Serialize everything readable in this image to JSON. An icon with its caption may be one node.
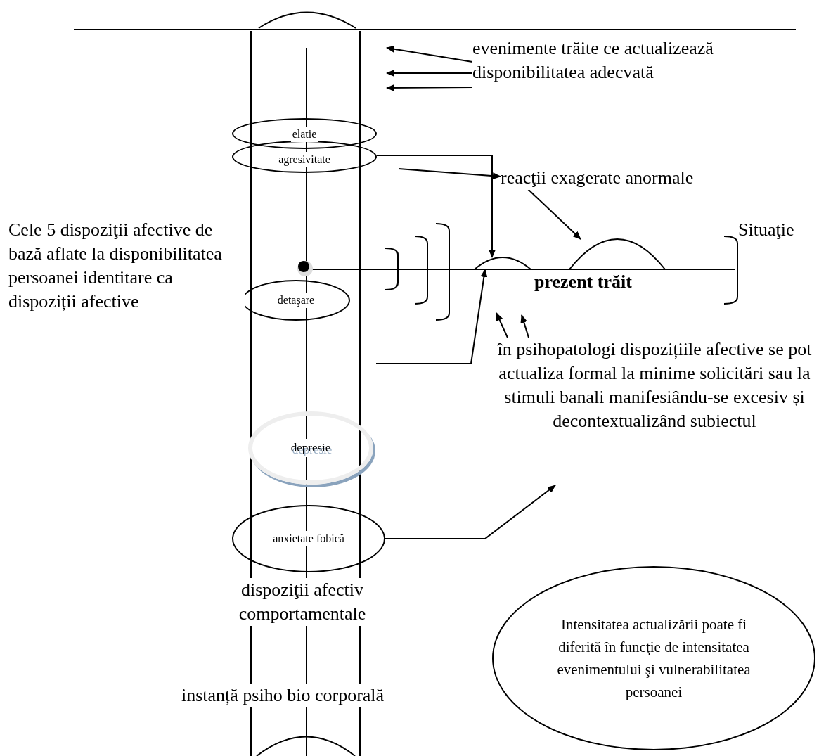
{
  "diagram": {
    "nodes": [
      {
        "text": [
          "evenimente trăite ce actualizează disponibilitatea adecvată"
        ]
      },
      {
        "text": [
          "elatie"
        ]
      },
      {
        "text": [
          "agresivitate"
        ]
      },
      {
        "text": [
          "reacţii exagerate anormale"
        ]
      },
      {
        "text": [
          "Cele 5 dispoziţii afective de bază aflate la disponibilitatea persoanei identitare ca dispoziții afective"
        ]
      },
      {
        "text": [
          "detaşare"
        ]
      },
      {
        "text": [
          "Situaţie"
        ]
      },
      {
        "text": [
          "prezent trăit"
        ]
      },
      {
        "text": [
          "depresie"
        ]
      },
      {
        "text": [
          "anxietate fobică"
        ]
      },
      {
        "text": [
          "în psihopatologi dispozițiile afective se pot actualiza formal la minime solicitări sau la stimuli banali manifesiându-se excesiv și decontextualizând subiectul"
        ]
      },
      {
        "text": [
          "dispoziţii afectiv comportamentale"
        ]
      },
      {
        "text": [
          "instanță psiho bio corporală"
        ]
      },
      {
        "text": [
          "Intensitatea actualizării poate fi diferită în funcţie de intensitatea evenimentului şi vulnerabilitatea persoanei"
        ]
      },
      {
        "text": [],
        "shape": "arc"
      },
      {
        "text": [],
        "shape": "arc"
      }
    ],
    "edges": [
      {
        "from": 0,
        "to": null,
        "arrow": "to"
      },
      {
        "from": 0,
        "to": null,
        "arrow": "to"
      },
      {
        "from": 0,
        "to": null,
        "arrow": "to"
      },
      {
        "from": 2,
        "to": 14,
        "arrow": "to"
      },
      {
        "from": null,
        "to": 3,
        "arrow": "to"
      },
      {
        "from": 3,
        "to": 15,
        "arrow": "to"
      },
      {
        "from": null,
        "to": 14,
        "arrow": "to"
      },
      {
        "from": 10,
        "to": null,
        "arrow": "to"
      },
      {
        "from": 10,
        "to": null,
        "arrow": "to"
      },
      {
        "from": 9,
        "to": 10,
        "arrow": "to"
      }
    ]
  }
}
